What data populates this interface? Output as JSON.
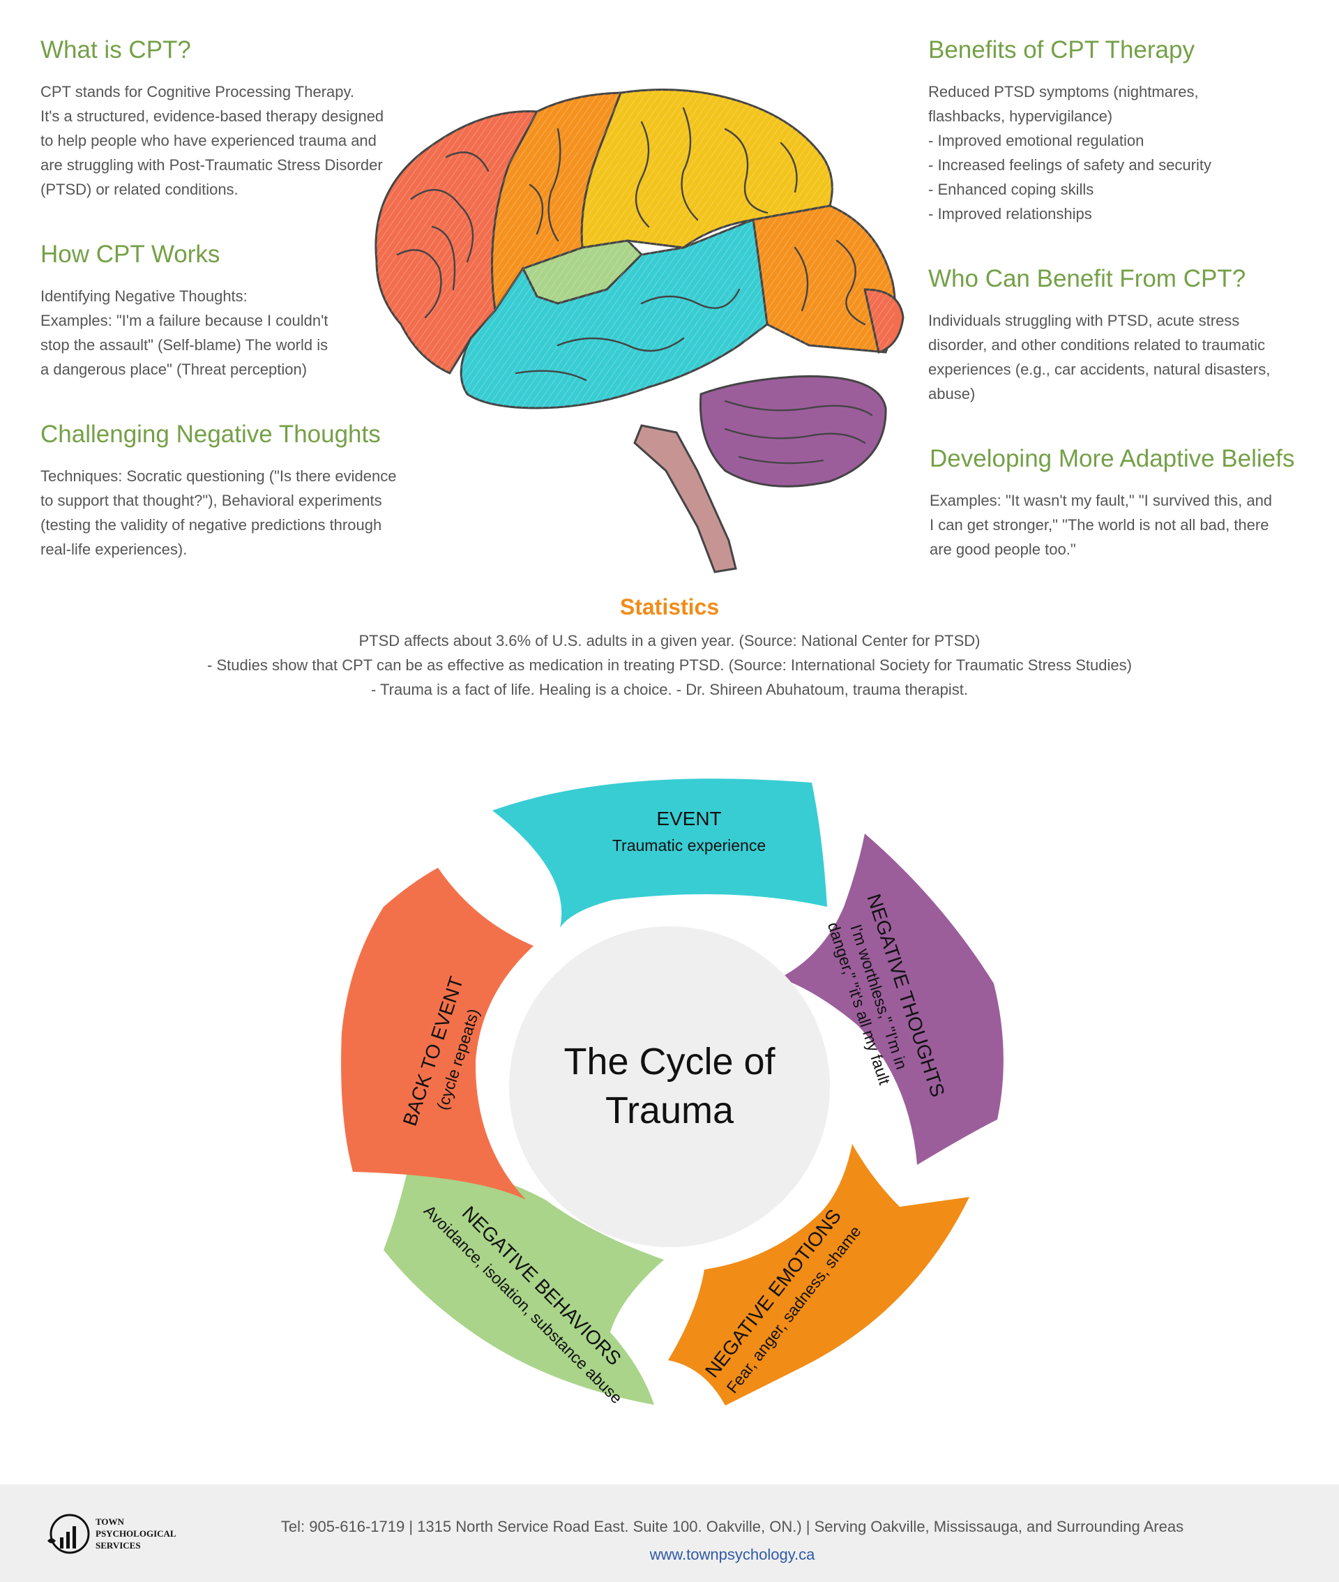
{
  "sections": {
    "what_is": {
      "title": "What is CPT?",
      "body": "CPT stands for Cognitive Processing Therapy.\nIt's a structured, evidence-based therapy designed\nto help people who have experienced trauma and\nare struggling with Post-Traumatic Stress Disorder\n(PTSD) or related conditions."
    },
    "how_works": {
      "title": "How CPT Works",
      "body": "Identifying Negative Thoughts:\nExamples: \"I'm a failure because I couldn't\nstop the assault\" (Self-blame) The world is\na dangerous place\" (Threat perception)"
    },
    "challenging": {
      "title": "Challenging Negative Thoughts",
      "body": "Techniques: Socratic questioning (\"Is there evidence\nto support that thought?\"), Behavioral experiments\n(testing the validity of negative predictions through\nreal-life experiences)."
    },
    "benefits": {
      "title": "Benefits of CPT Therapy",
      "body": "Reduced PTSD symptoms (nightmares,\nflashbacks, hypervigilance)\n- Improved emotional regulation\n- Increased feelings of safety and security\n- Enhanced coping skills\n- Improved relationships"
    },
    "who_benefits": {
      "title": "Who Can Benefit From CPT?",
      "body": "Individuals struggling with PTSD, acute stress\ndisorder, and other conditions related to traumatic\nexperiences (e.g., car accidents, natural disasters,\nabuse)"
    },
    "adaptive": {
      "title": "Developing More Adaptive Beliefs",
      "body": "Examples: \"It wasn't my fault,\" \"I survived this, and\nI can get stronger,\" \"The world is not all bad, there\nare good people too.\""
    }
  },
  "statistics": {
    "title": "Statistics",
    "lines": [
      "PTSD affects about 3.6% of U.S. adults in a given year. (Source: National Center for PTSD)",
      "- Studies show that CPT can be as effective as medication in treating PTSD. (Source: International Society for Traumatic Stress Studies)",
      "- Trauma is a fact of life. Healing is a choice. - Dr. Shireen Abuhatoum, trauma therapist."
    ]
  },
  "cycle": {
    "title_line1": "The Cycle of",
    "title_line2": "Trauma",
    "event": {
      "title": "EVENT",
      "sub": "Traumatic experience",
      "color": "#38cdd3"
    },
    "negative_thoughts": {
      "title": "NEGATIVE THOUGHTS",
      "sub1": "I'm worthless,\" \"I'm in",
      "sub2": "danger,\" \"it's all my fault",
      "color": "#9b5e9b"
    },
    "negative_emotions": {
      "title": "NEGATIVE EMOTIONS",
      "sub": "Fear, anger, sadness, shame",
      "color": "#f18c16"
    },
    "negative_behaviors": {
      "title": "NEGATIVE BEHAVIORS",
      "sub": "Avoidance, isolation, substance abuse",
      "color": "#a9d48a"
    },
    "back_to_event": {
      "title": "BACK TO EVENT",
      "sub": "(cycle repeats)",
      "color": "#f3714a"
    },
    "center_color": "#efefef"
  },
  "footer": {
    "contact": "Tel: 905-616-1719  | 1315 North Service Road East. Suite 100. Oakville, ON.) | Serving Oakville, Mississauga, and Surrounding Areas",
    "url": "www.townpsychology.ca",
    "logo_line1": "TOWN",
    "logo_line2": "PSYCHOLOGICAL",
    "logo_line3": "SERVICES"
  },
  "colors": {
    "heading_green": "#74a047",
    "stats_orange": "#f08c19",
    "brain_frontal": "#f26e4e",
    "brain_orange": "#f5921f",
    "brain_yellow": "#f3c41c",
    "brain_teal": "#38cdd3",
    "brain_green": "#a9d48a",
    "brain_purple": "#9b5e9b",
    "brain_stem": "#c79494"
  }
}
